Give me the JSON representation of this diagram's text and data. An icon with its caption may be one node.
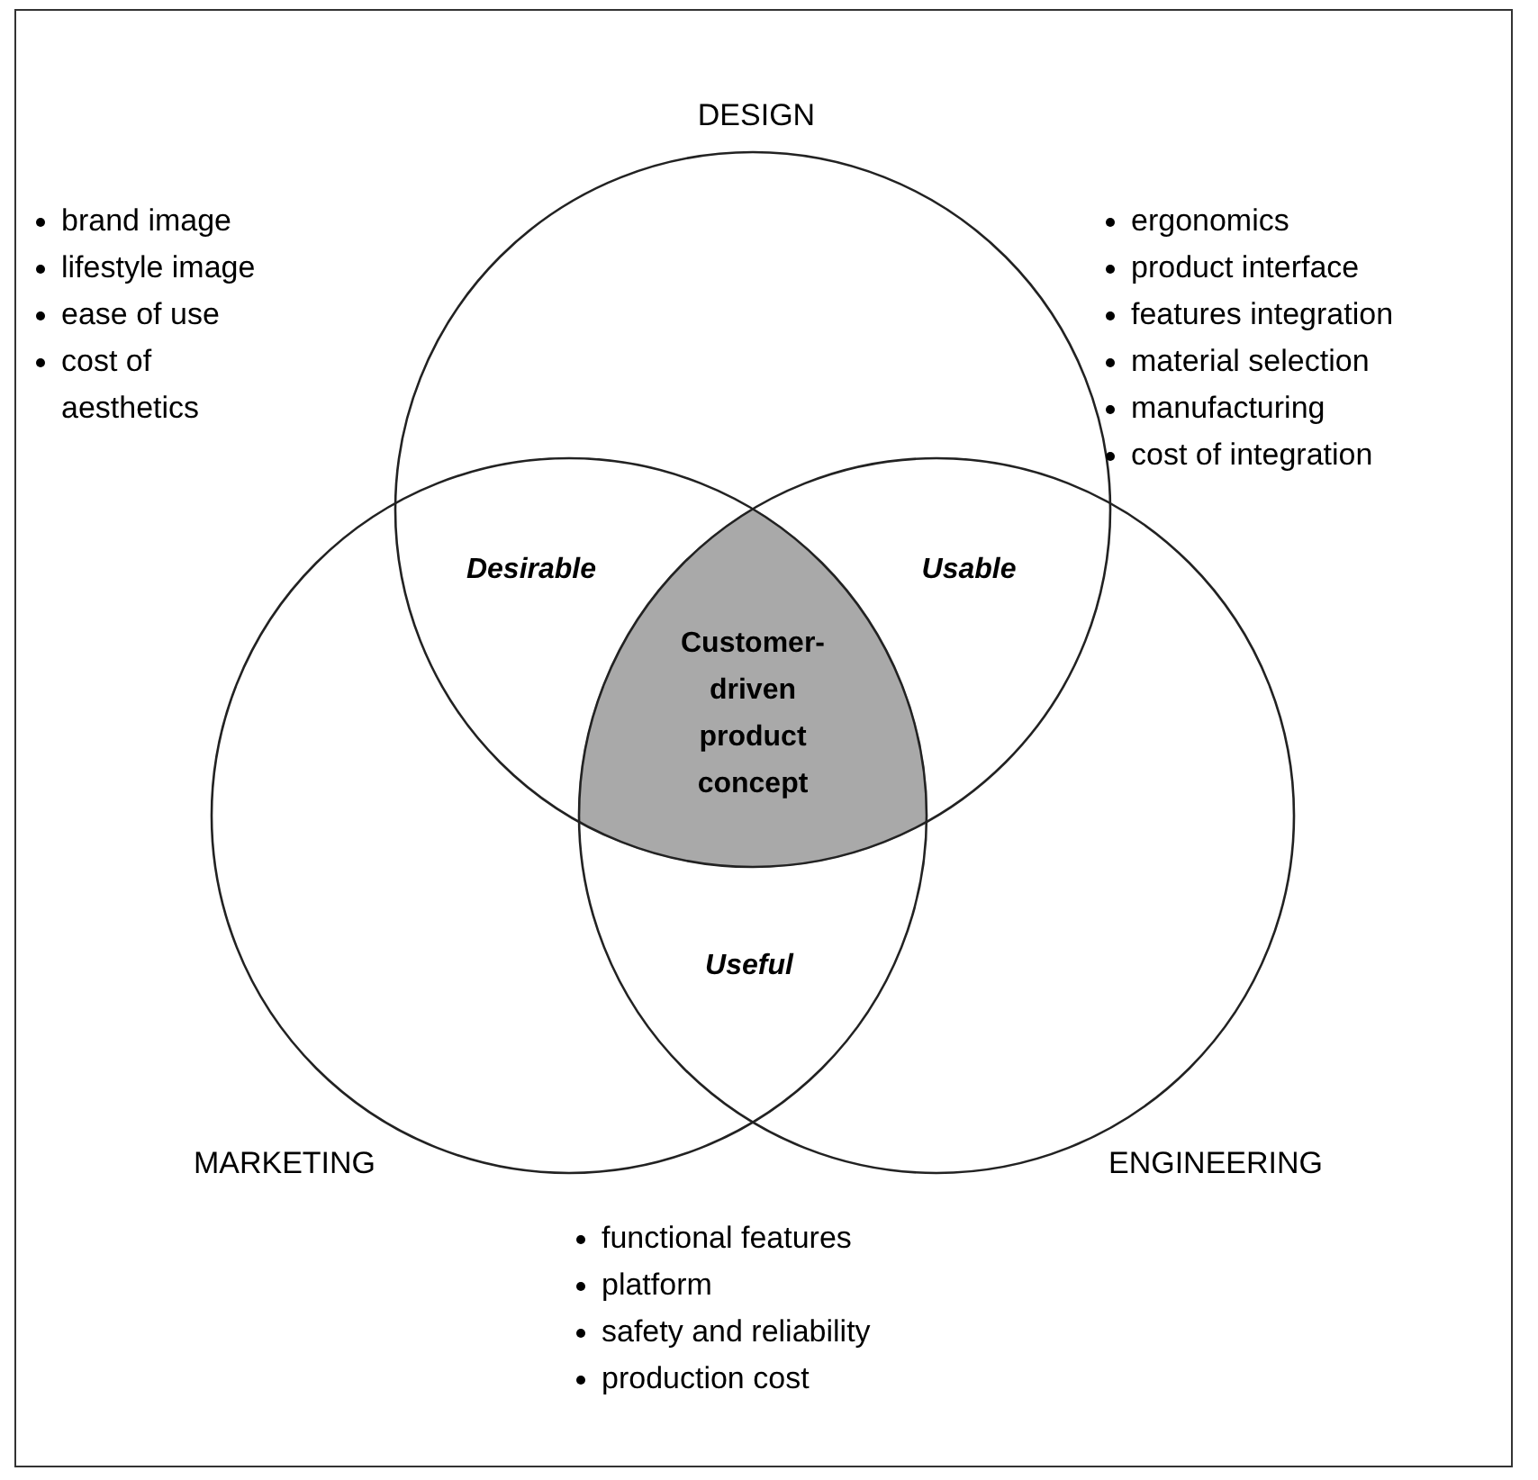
{
  "diagram": {
    "nodes": [
      {
        "text": [
          "DESIGN"
        ]
      },
      {
        "text": [
          "MARKETING"
        ]
      },
      {
        "text": [
          "ENGINEERING"
        ]
      },
      {
        "text": [
          "Desirable"
        ]
      },
      {
        "text": [
          "Usable"
        ]
      },
      {
        "text": [
          "Customer-driven product concept"
        ]
      },
      {
        "text": [
          "Useful"
        ]
      }
    ],
    "edges": [],
    "labels": [
      "brand image",
      "lifestyle image",
      "ease of use",
      "cost of aesthetics",
      "ergonomics",
      "product interface",
      "features integration",
      "material selection",
      "manufacturing",
      "cost of integration",
      "functional features",
      "platform",
      "safety and reliability",
      "production cost"
    ]
  }
}
